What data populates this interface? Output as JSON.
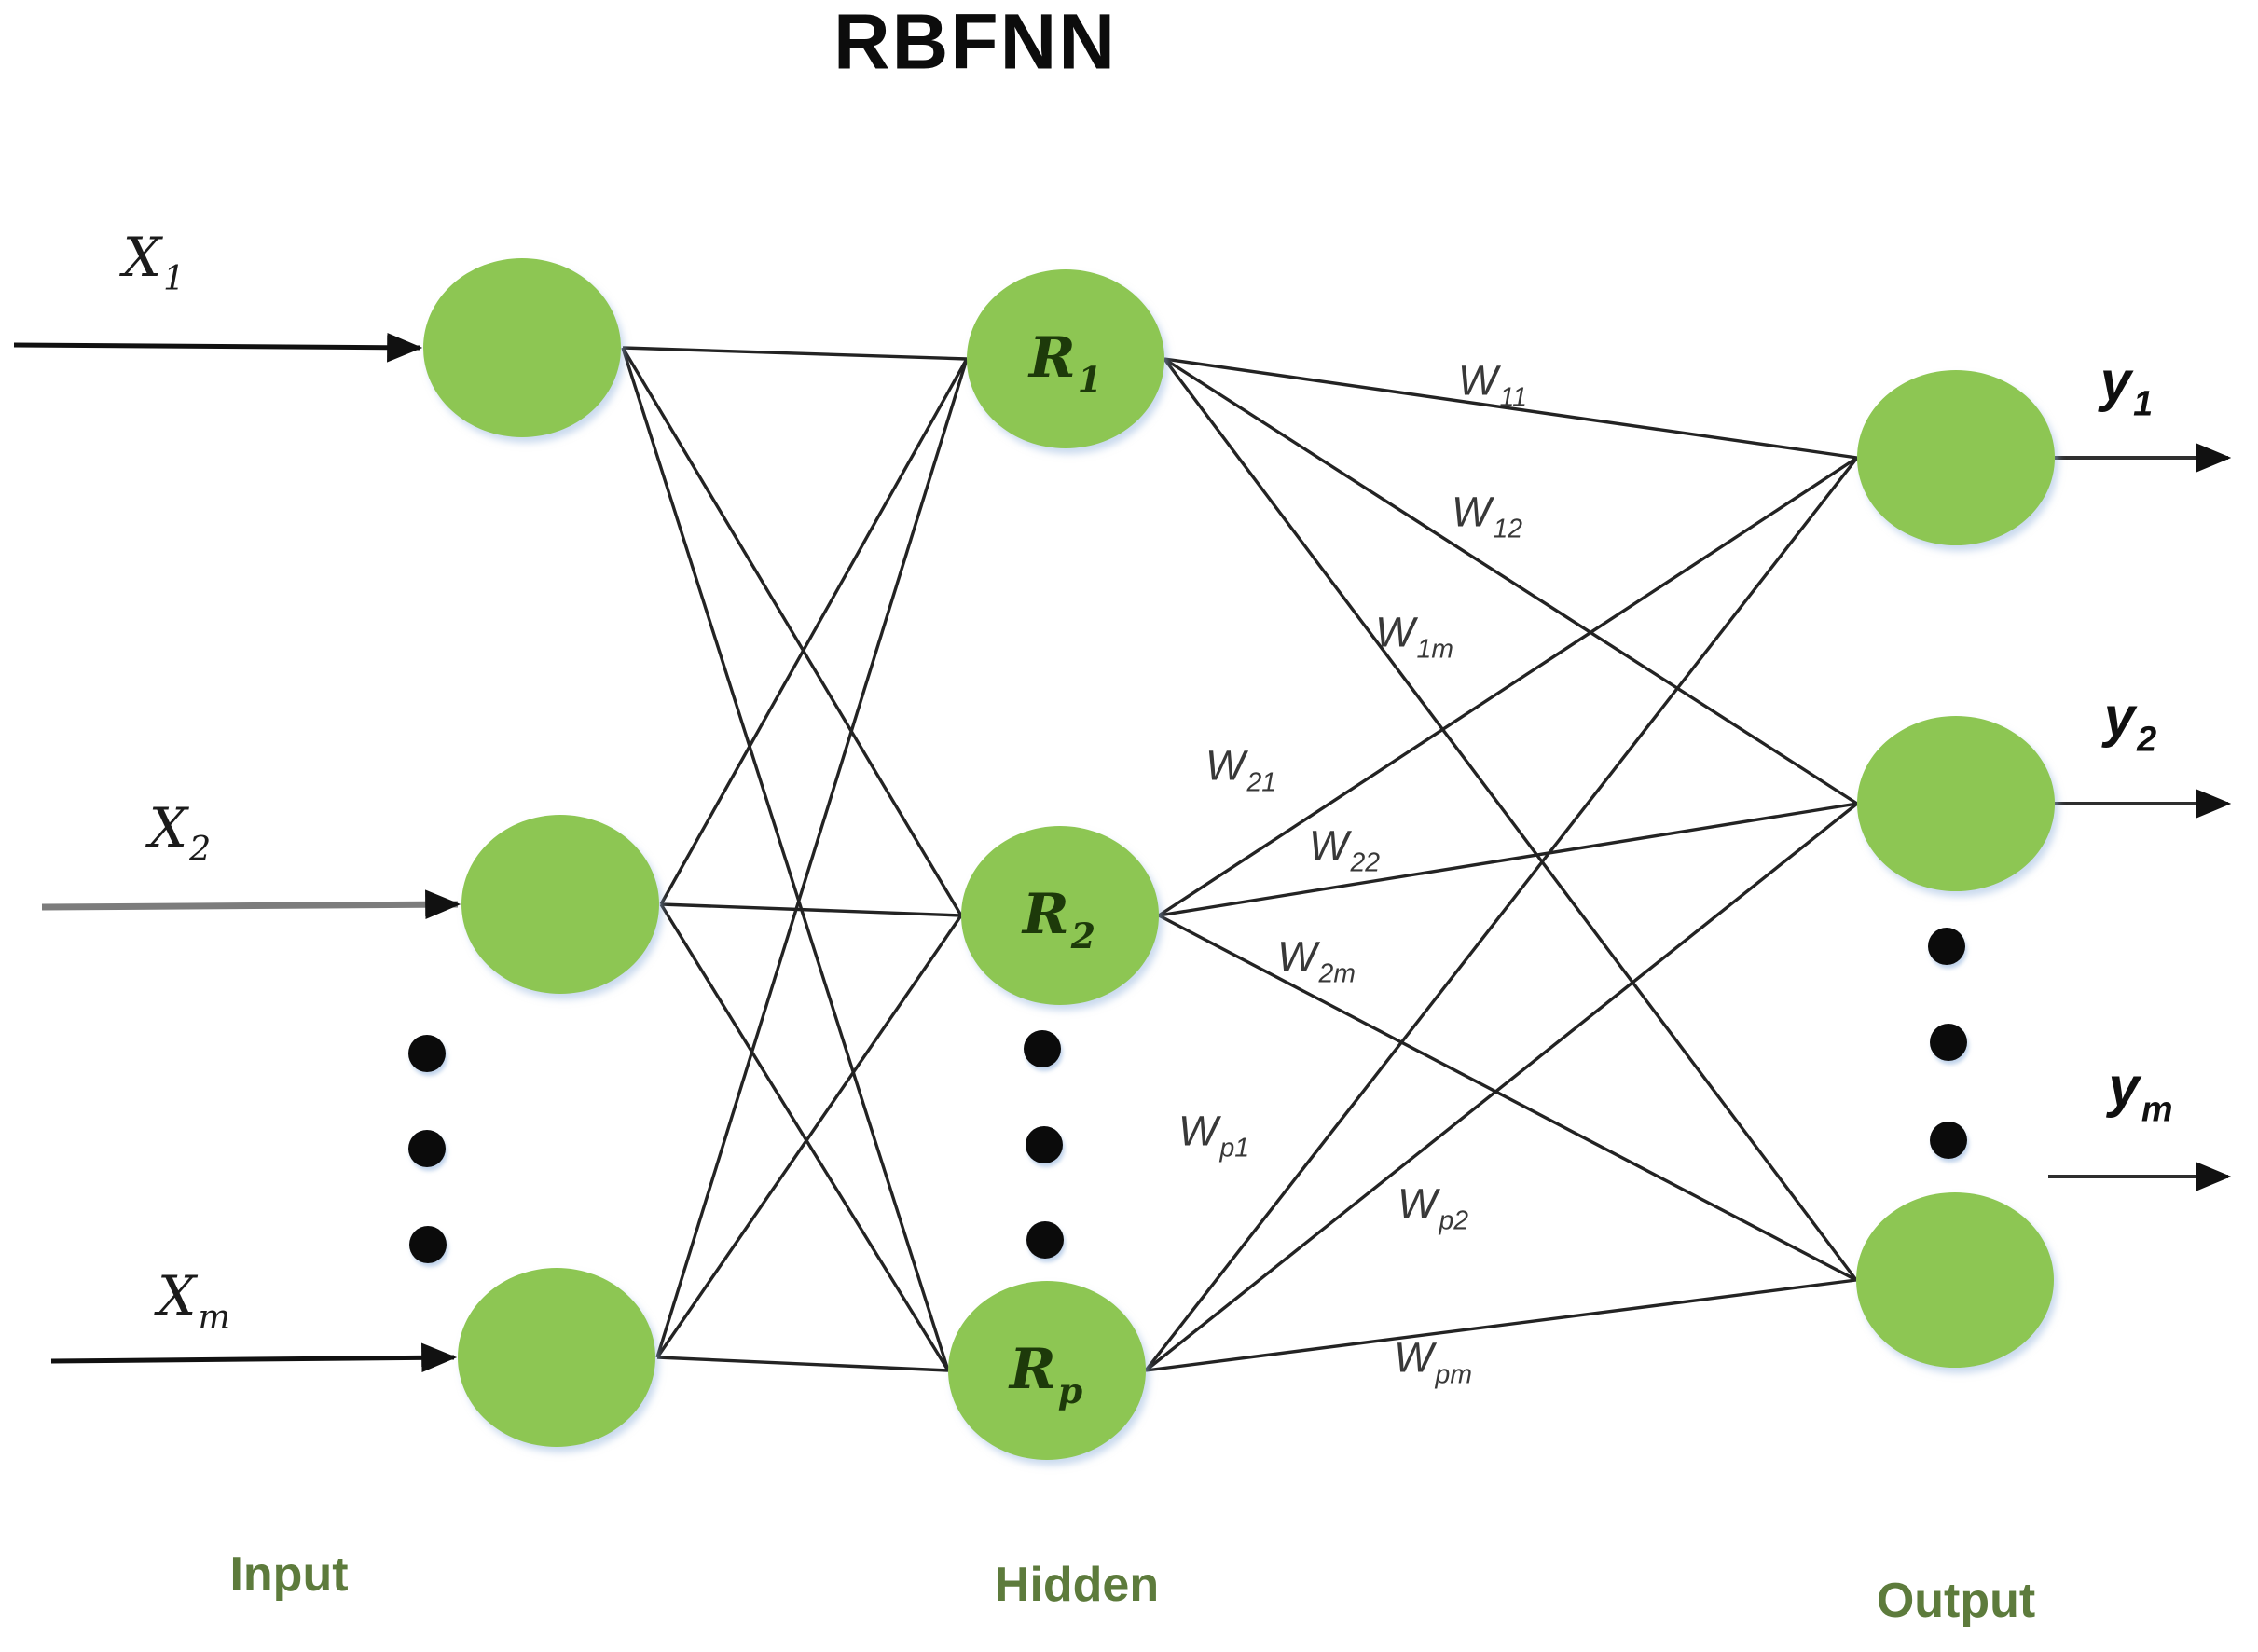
{
  "title": "RBFNN",
  "colors": {
    "node_fill": "#8dc653",
    "line": "#232323",
    "layer_label": "#5d7b3c",
    "dot": "#0b0b0b",
    "gray_arrow": "#7c7c7c"
  },
  "layers": {
    "input": {
      "label": "Input",
      "arrows": [
        {
          "base": "X",
          "sub": "1"
        },
        {
          "base": "X",
          "sub": "2"
        },
        {
          "base": "X",
          "sub": "m"
        }
      ]
    },
    "hidden": {
      "label": "Hidden",
      "nodes": [
        {
          "base": "R",
          "sub": "1"
        },
        {
          "base": "R",
          "sub": "2"
        },
        {
          "base": "R",
          "sub": "p"
        }
      ]
    },
    "output": {
      "label": "Output",
      "arrows": [
        {
          "base": "y",
          "sub": "1"
        },
        {
          "base": "y",
          "sub": "2"
        },
        {
          "base": "y",
          "sub": "m"
        }
      ]
    }
  },
  "weights": [
    {
      "base": "W",
      "sub": "11"
    },
    {
      "base": "W",
      "sub": "12"
    },
    {
      "base": "W",
      "sub": "1m"
    },
    {
      "base": "W",
      "sub": "21"
    },
    {
      "base": "W",
      "sub": "22"
    },
    {
      "base": "W",
      "sub": "2m"
    },
    {
      "base": "W",
      "sub": "p1"
    },
    {
      "base": "W",
      "sub": "p2"
    },
    {
      "base": "W",
      "sub": "pm"
    }
  ]
}
